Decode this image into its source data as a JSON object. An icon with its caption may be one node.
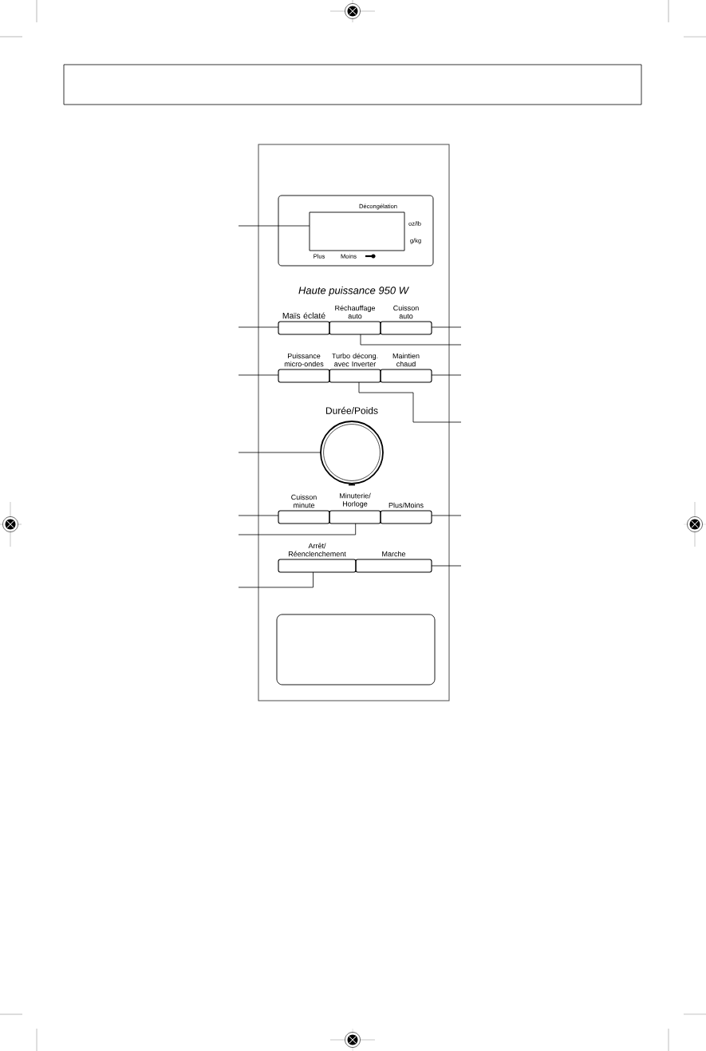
{
  "diagram": {
    "nodes": [
      {
        "text": [
          "Haute puissance 950 W"
        ]
      },
      {
        "text": [
          "Décongélation",
          "oz/lb",
          "g/kg",
          "Plus",
          "Moins"
        ],
        "in": 0
      },
      {
        "text": [],
        "shape": "box",
        "in": 1
      },
      {
        "text": [
          "Maïs éclaté"
        ],
        "in": 0
      },
      {
        "text": [
          "Réchauffage auto"
        ],
        "in": 0
      },
      {
        "text": [
          "Cuisson auto"
        ],
        "in": 0
      },
      {
        "text": [
          "Puissance micro-ondes"
        ],
        "in": 0
      },
      {
        "text": [
          "Turbo décong. avec Inverter"
        ],
        "in": 0
      },
      {
        "text": [
          "Maintien chaud"
        ],
        "in": 0
      },
      {
        "text": [
          "Durée/Poids"
        ],
        "in": 0
      },
      {
        "text": [
          "Cuisson minute"
        ],
        "in": 0
      },
      {
        "text": [
          "Minuterie/ Horloge"
        ],
        "in": 0
      },
      {
        "text": [
          "Plus/Moins"
        ],
        "in": 0
      },
      {
        "text": [
          "Arrêt/ Réenclenchement"
        ],
        "in": 0
      },
      {
        "text": [
          "Marche"
        ],
        "in": 0
      },
      {
        "text": [],
        "shape": "box",
        "in": 0
      }
    ],
    "edges": [
      {
        "from": null,
        "to": 2,
        "arrow": "none"
      },
      {
        "from": null,
        "to": 3,
        "arrow": "none"
      },
      {
        "from": null,
        "to": 6,
        "arrow": "none"
      },
      {
        "from": null,
        "to": 9,
        "arrow": "none"
      },
      {
        "from": null,
        "to": 10,
        "arrow": "none"
      },
      {
        "from": null,
        "to": 11,
        "arrow": "none"
      },
      {
        "from": null,
        "to": 13,
        "arrow": "none"
      },
      {
        "from": null,
        "to": 5,
        "arrow": "none"
      },
      {
        "from": null,
        "to": 4,
        "arrow": "none"
      },
      {
        "from": null,
        "to": 8,
        "arrow": "none"
      },
      {
        "from": null,
        "to": 7,
        "arrow": "none"
      },
      {
        "from": null,
        "to": 12,
        "arrow": "none"
      },
      {
        "from": null,
        "to": 14,
        "arrow": "none"
      }
    ]
  }
}
